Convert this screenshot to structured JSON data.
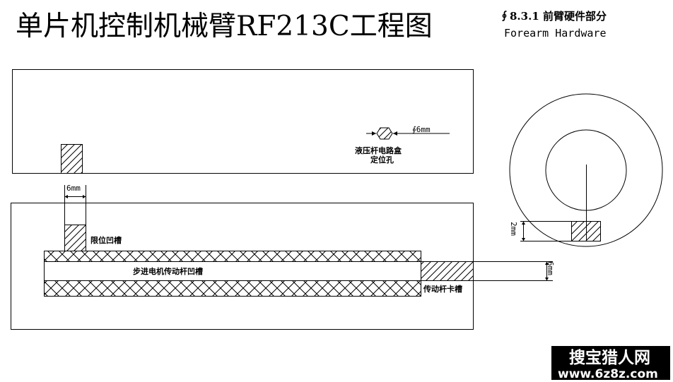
{
  "title": "单片机控制机械臂RF213C工程图",
  "section": {
    "heading": "∮8.3.1 前臂硬件部分",
    "heading_en": "Forearm Hardware"
  },
  "labels": {
    "hydraulic_line1": "液压杆电路盒",
    "hydraulic_line2": "定位孔",
    "hole_dim": "∮6mm",
    "limit_slot": "限位凹槽",
    "limit_dim": "6mm",
    "groove": "步进电机传动杆凹槽",
    "rod_slot": "传动杆卡槽",
    "rod_dim": "6mm",
    "circle_dim": "2mm"
  },
  "watermark": {
    "name": "搜宝猎人网",
    "url": "www.6z8z.com"
  }
}
